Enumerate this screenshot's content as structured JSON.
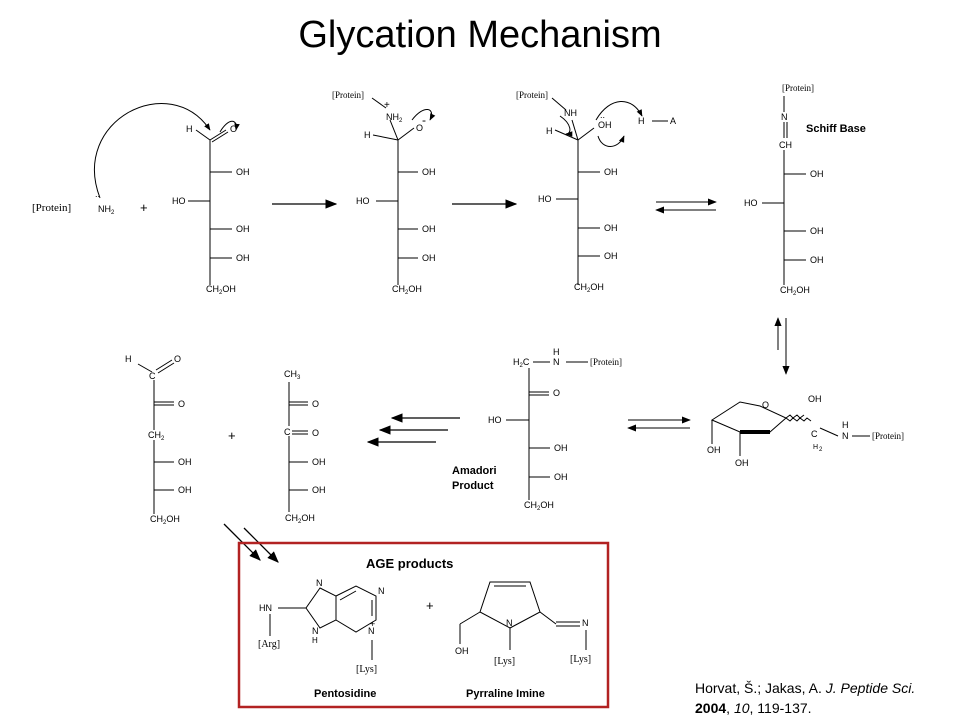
{
  "title": "Glycation Mechanism",
  "labels": {
    "schiff_base": "Schiff Base",
    "amadori_line1": "Amadori",
    "amadori_line2": "Product",
    "age_products": "AGE products",
    "pentosidine": "Pentosidine",
    "pyrraline": "Pyrraline Imine"
  },
  "chem": {
    "protein": "[Protein]",
    "arg": "[Arg]",
    "lys": "[Lys]",
    "oh": "OH",
    "ho": "HO",
    "h": "H",
    "o": "O",
    "n": "N",
    "c": "C",
    "a": "A",
    "nh": "NH",
    "hn": "HN",
    "ch": "CH",
    "ch2": "CH",
    "ch3": "CH",
    "h2c": "H",
    "ch2oh": "CH",
    "ch2oh_tail": "OH",
    "sub2": "2",
    "sub3": "3",
    "plus": "+",
    "minus": "-",
    "lonepair": ".."
  },
  "citation": {
    "authors": "Horvat, Š.; Jakas, A.",
    "journal": "J. Peptide Sci.",
    "year": "2004",
    "volume": "10",
    "pages": "119-137."
  },
  "colors": {
    "box_border": "#b22222",
    "ink": "#000000"
  }
}
